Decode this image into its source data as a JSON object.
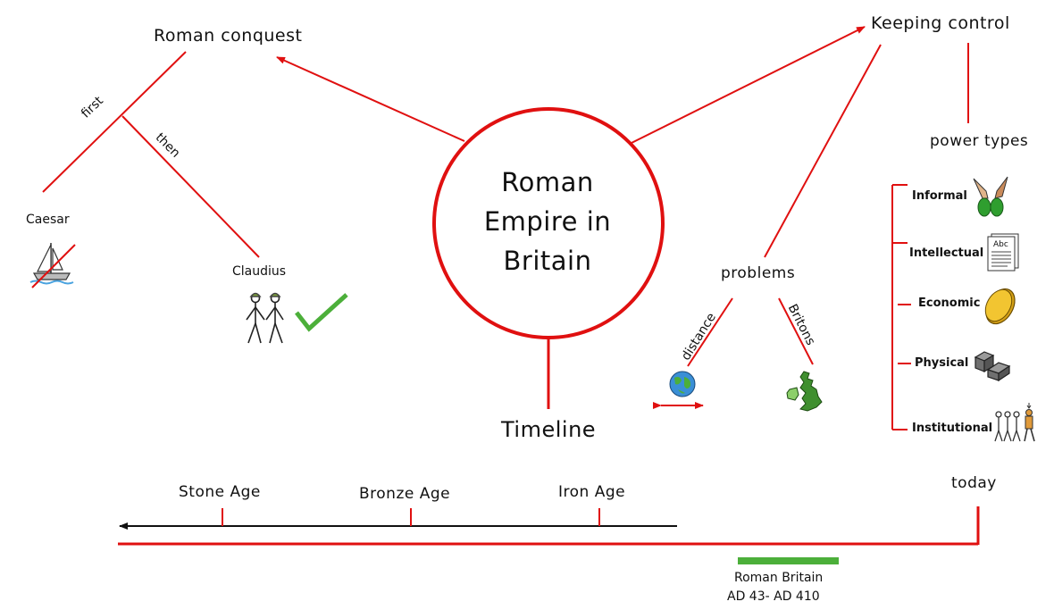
{
  "center": {
    "line1": "Roman",
    "line2": "Empire in",
    "line3": "Britain"
  },
  "branches": {
    "conquest": {
      "title": "Roman conquest",
      "first_label": "first",
      "then_label": "then",
      "caesar": "Caesar",
      "claudius": "Claudius"
    },
    "control": {
      "title": "Keeping control",
      "power_types": "power types",
      "types": [
        "Informal",
        "Intellectual",
        "Economic",
        "Physical",
        "Institutional"
      ]
    },
    "problems": {
      "title": "problems",
      "distance": "distance",
      "britons": "Britons"
    },
    "timeline": {
      "title": "Timeline",
      "stone_age": "Stone Age",
      "bronze_age": "Bronze Age",
      "iron_age": "Iron Age",
      "today": "today",
      "roman_britain": "Roman Britain",
      "roman_britain_dates": "AD 43-  AD 410"
    }
  },
  "icons": {
    "caesar": "sailing-boat-crossed-icon",
    "claudius": "soldiers-icon",
    "claudius_mark": "green-tick-icon",
    "distance": "globe-icon",
    "britons": "british-isles-map-icon",
    "informal": "handshake-icon",
    "intellectual": "document-abc-icon",
    "economic": "gold-coin-icon",
    "physical": "stone-wall-icon",
    "institutional": "people-queue-icon"
  },
  "colors": {
    "line": "#e01010",
    "accent_green": "#4caf3a"
  }
}
